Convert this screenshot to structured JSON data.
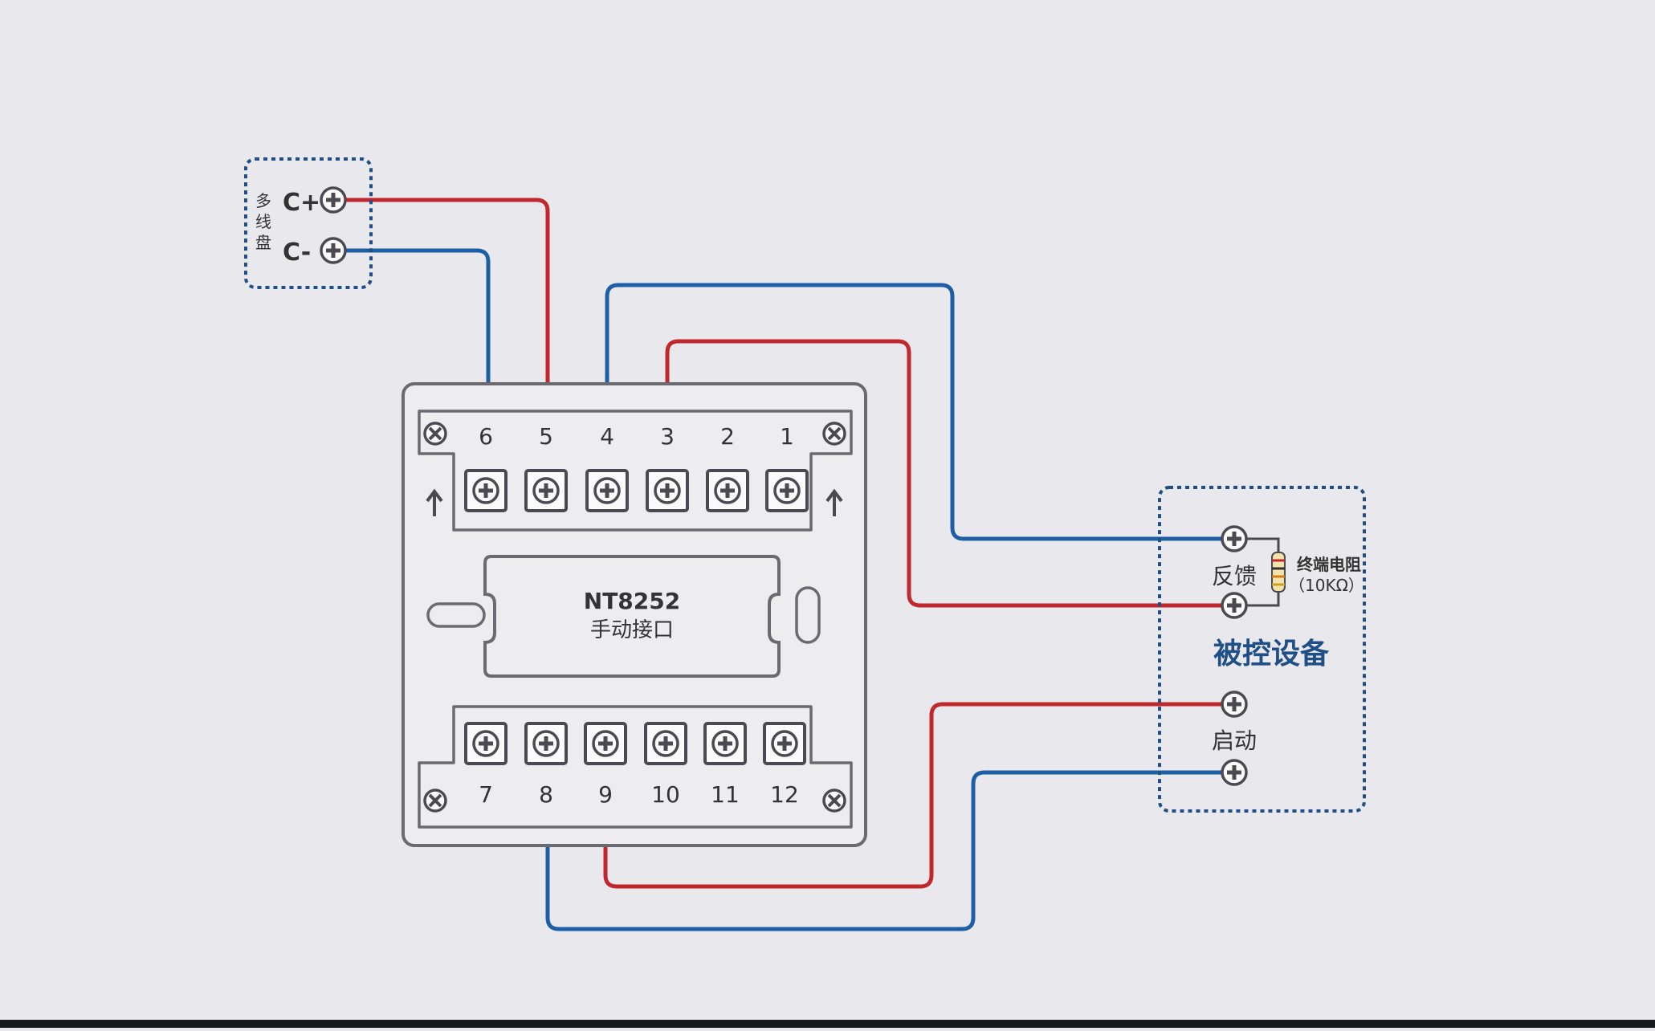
{
  "colors": {
    "background": "#e9e9ed",
    "wire_positive": "#c0282d",
    "wire_negative": "#1d5fa4",
    "outline": "#6a6a70",
    "dashed_box": "#1f4f86",
    "title_blue": "#1f4f86"
  },
  "bus": {
    "label": "多线盘",
    "c_plus": "C+",
    "c_minus": "C-"
  },
  "module": {
    "model": "NT8252",
    "name": "手动接口",
    "top_terminals": [
      "6",
      "5",
      "4",
      "3",
      "2",
      "1"
    ],
    "bottom_terminals": [
      "7",
      "8",
      "9",
      "10",
      "11",
      "12"
    ]
  },
  "device": {
    "title": "被控设备",
    "feedback_label": "反馈",
    "start_label": "启动",
    "resistor_label": "终端电阻",
    "resistor_value": "（10KΩ）"
  },
  "icons": {
    "terminal": "screw-terminal-icon",
    "mount": "mounting-screw-icon",
    "arrow": "up-arrow-icon",
    "resistor": "resistor-icon"
  }
}
